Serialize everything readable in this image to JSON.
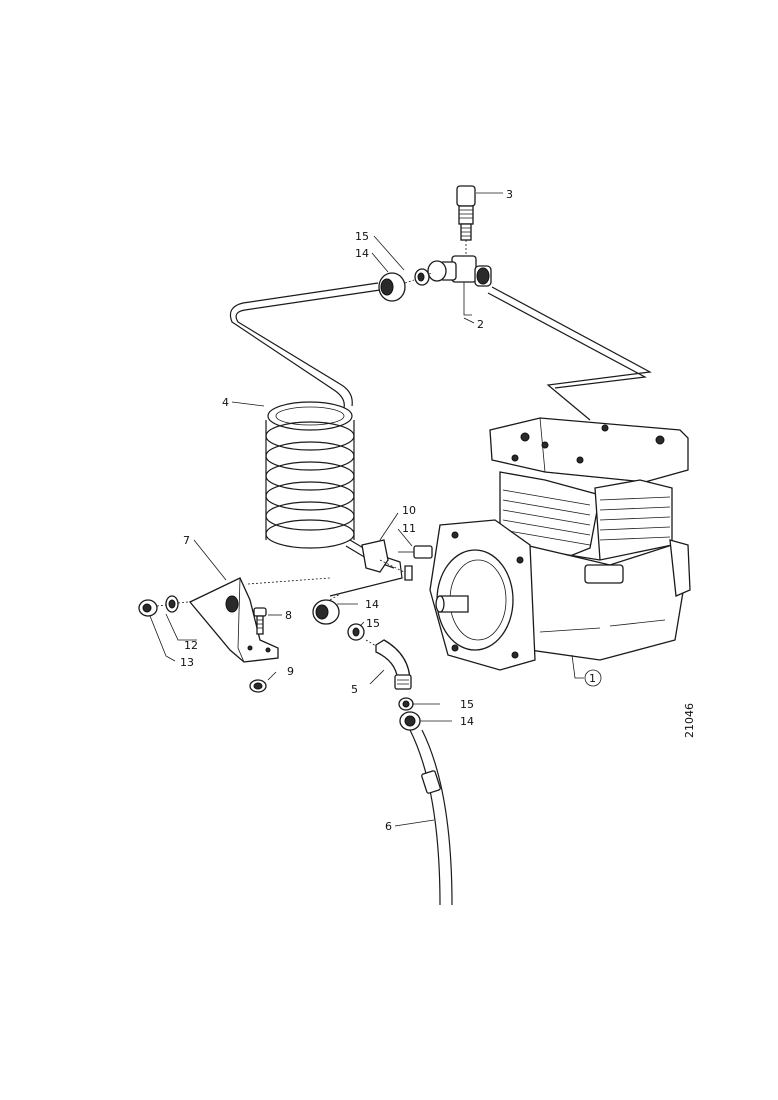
{
  "figure_number": "21046",
  "callouts": {
    "c1": "1",
    "c2": "2",
    "c3": "3",
    "c4": "4",
    "c5": "5",
    "c6": "6",
    "c7": "7",
    "c8": "8",
    "c9": "9",
    "c10": "10",
    "c11": "11",
    "c12": "12",
    "c13": "13",
    "c14a": "14",
    "c15a": "15",
    "c14b": "14",
    "c15b": "15",
    "c15c": "15",
    "c14c": "14"
  }
}
